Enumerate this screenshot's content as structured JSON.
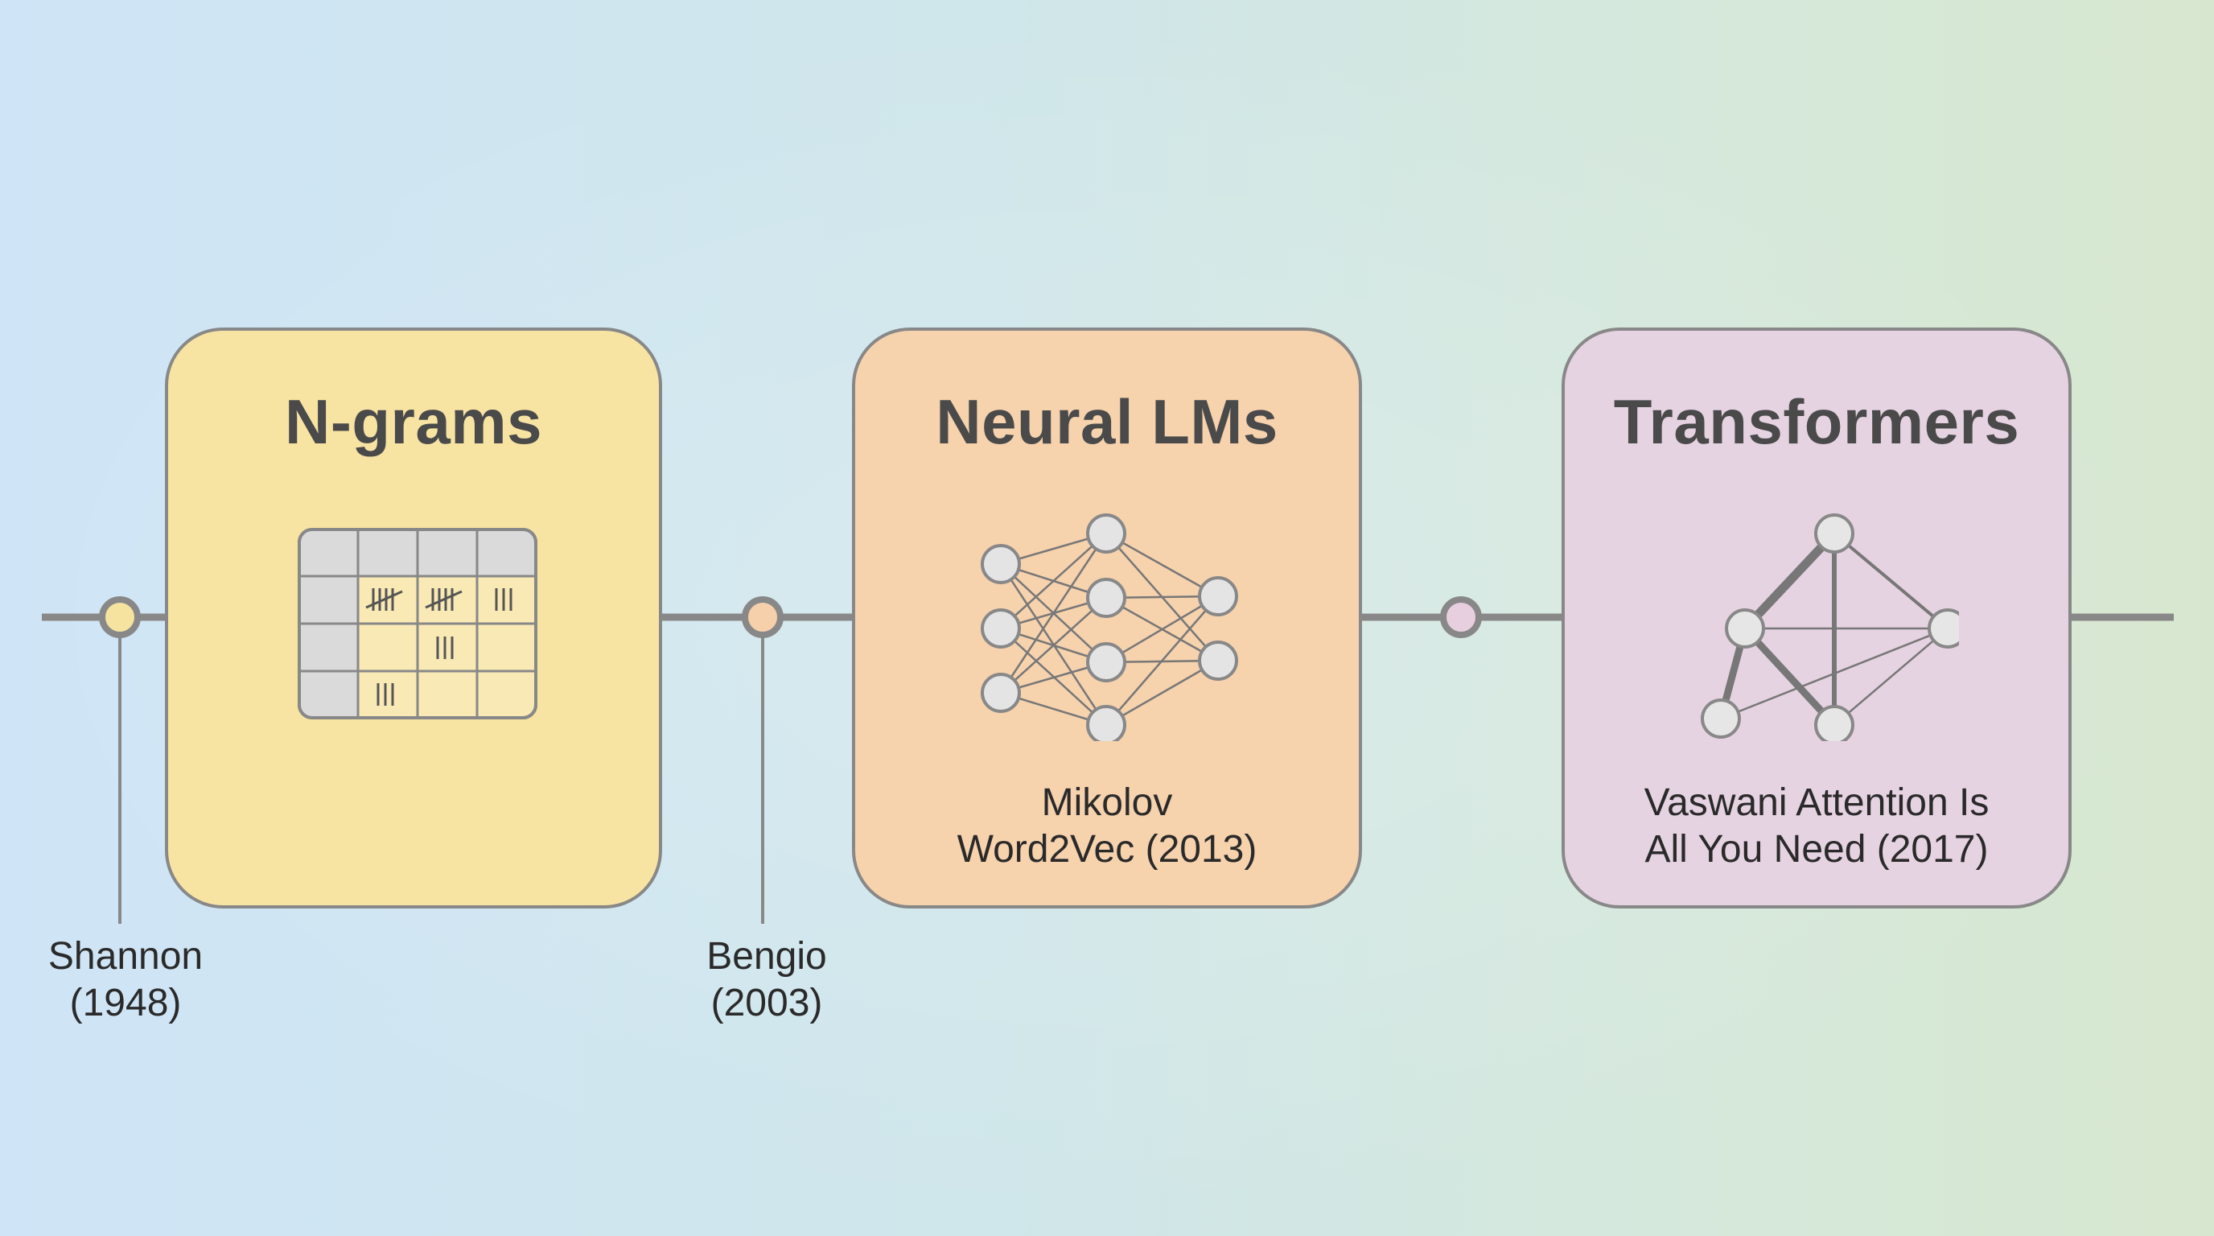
{
  "timeline": {
    "milestones": [
      {
        "name": "Shannon",
        "year": "(1948)"
      },
      {
        "name": "Bengio",
        "year": "(2003)"
      }
    ]
  },
  "eras": [
    {
      "title": "N-grams",
      "icon": "count-table-icon",
      "color": "#f8e4a2"
    },
    {
      "title": "Neural LMs",
      "caption_line1": "Mikolov",
      "caption_line2": "Word2Vec (2013)",
      "icon": "neural-network-icon",
      "color": "#f6d2ad"
    },
    {
      "title": "Transformers",
      "caption_line1": "Vaswani Attention Is",
      "caption_line2": "All You Need (2017)",
      "icon": "attention-graph-icon",
      "color": "#e6d3e2"
    }
  ],
  "colors": {
    "line": "#888888",
    "node_fill": "#e6e6e6",
    "dot_yellow": "#f7e3a0",
    "dot_orange": "#f6d0aa",
    "dot_pink": "#e8cfe0"
  }
}
